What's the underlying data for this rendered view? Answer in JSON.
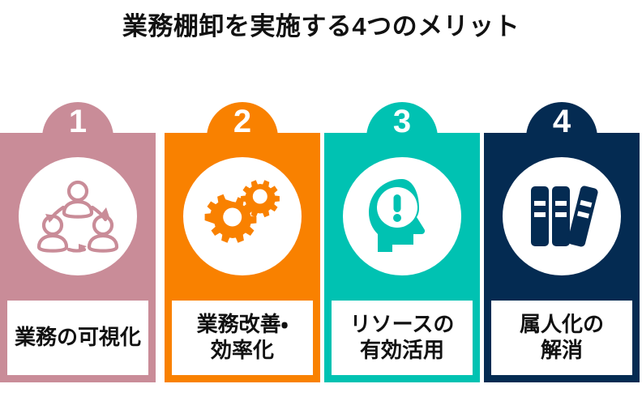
{
  "header": {
    "title": "業務棚卸を実施する4つのメリット"
  },
  "cards": [
    {
      "number": "1",
      "label": "業務の可視化",
      "color": "#C98C98",
      "icon": "people-cycle-icon",
      "icon_label": "三人の循環アイコン"
    },
    {
      "number": "2",
      "label": "業務改善・\n効率化",
      "color": "#F98100",
      "icon": "gears-icon",
      "icon_label": "歯車アイコン"
    },
    {
      "number": "3",
      "label": "リソースの\n有効活用",
      "color": "#00C2B2",
      "icon": "head-exclamation-icon",
      "icon_label": "頭部と感嘆符アイコン"
    },
    {
      "number": "4",
      "label": "属人化の\n解消",
      "color": "#042B52",
      "icon": "books-icon",
      "icon_label": "本棚アイコン"
    }
  ],
  "colors": {
    "background": "#FFFFFF",
    "title_text": "#111111",
    "label_text": "#111111",
    "number_text": "#FFFFFF",
    "card_1": "#C98C98",
    "card_2": "#F98100",
    "card_3": "#00C2B2",
    "card_4": "#042B52"
  }
}
